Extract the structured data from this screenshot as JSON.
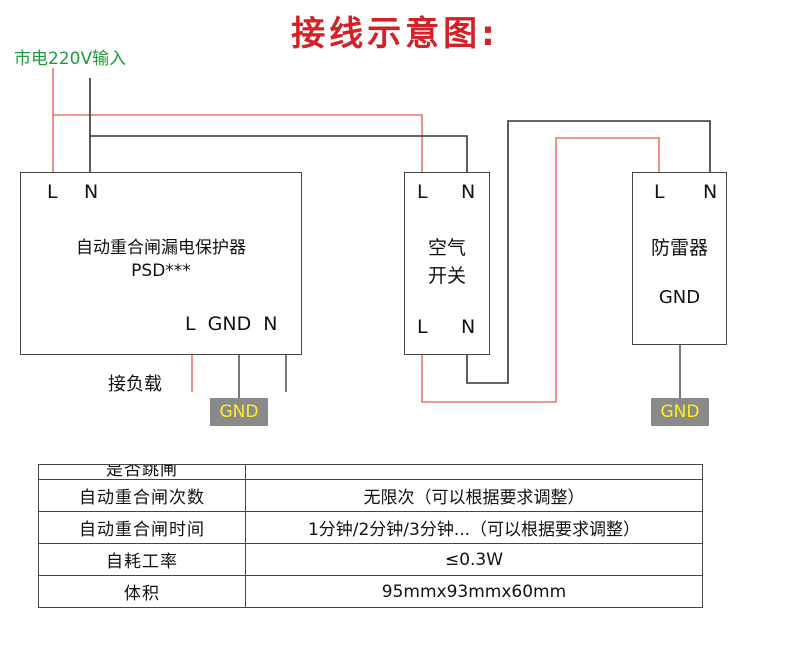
{
  "title": "接线示意图:",
  "mains_label": "市电220V输入",
  "protector": {
    "top_L": "L",
    "top_N": "N",
    "name": "自动重合闸漏电保护器",
    "model": "PSD***",
    "bottom_terms": "L  GND  N",
    "load_label": "接负载"
  },
  "breaker": {
    "top_L": "L",
    "top_N": "N",
    "name_line1": "空气",
    "name_line2": "开关",
    "bottom_L": "L",
    "bottom_N": "N"
  },
  "arrester": {
    "top_L": "L",
    "top_N": "N",
    "name": "防雷器",
    "gnd": "GND"
  },
  "gnd_tags": [
    "GND",
    "GND"
  ],
  "colors": {
    "live": "#e8776f",
    "neutral": "#333333",
    "title": "#d42027",
    "mains": "#1e9a3a",
    "gnd_bg": "#8a8a8a",
    "gnd_text": "#ffef1a"
  },
  "spec_table": {
    "cut_row_key": "是否跳闸",
    "rows": [
      {
        "key": "自动重合闸次数",
        "value": "无限次（可以根据要求调整）"
      },
      {
        "key": "自动重合闸时间",
        "value": "1分钟/2分钟/3分钟...（可以根据要求调整）"
      },
      {
        "key": "自耗工率",
        "value": "≤0.3W"
      },
      {
        "key": "体积",
        "value": "95mmx93mmx60mm"
      }
    ]
  }
}
